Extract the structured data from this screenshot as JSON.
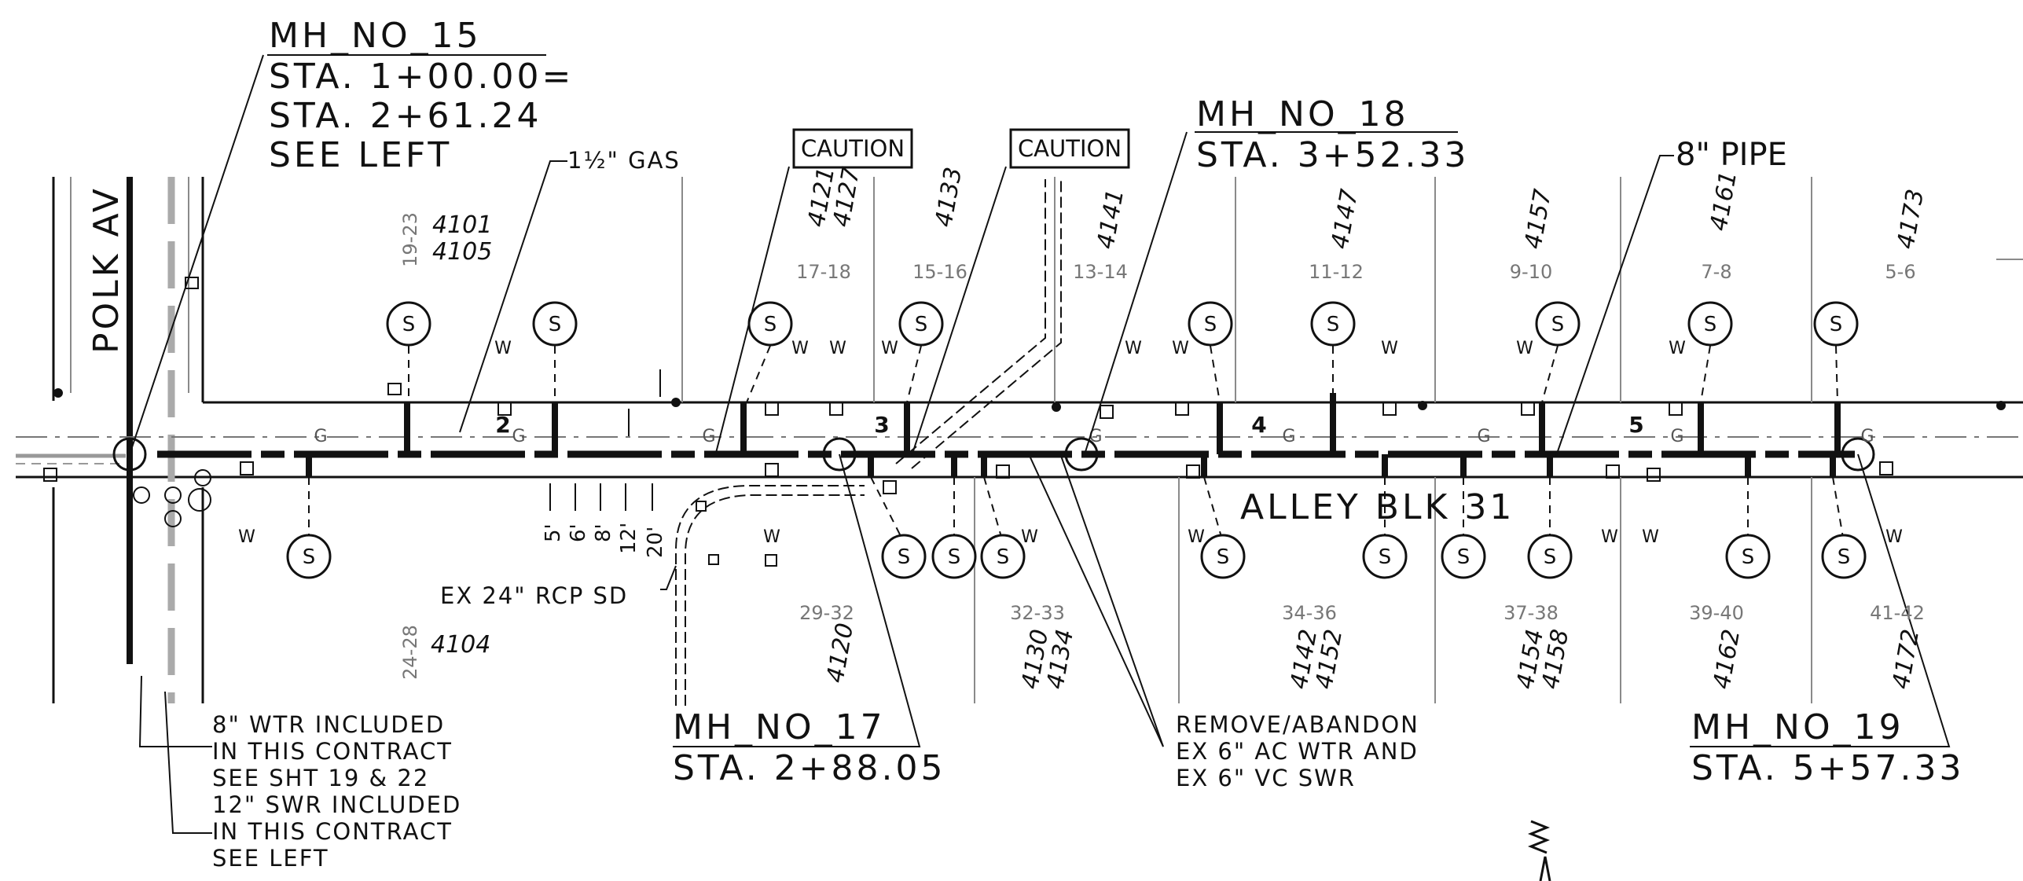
{
  "street": "POLK AV",
  "alley": "ALLEY BLK 31",
  "manholes": [
    {
      "name": "MH_NO_15",
      "lines": [
        "STA. 1+00.00=",
        "STA. 2+61.24",
        "SEE LEFT"
      ]
    },
    {
      "name": "MH_NO_17",
      "lines": [
        "STA. 2+88.05"
      ]
    },
    {
      "name": "MH_NO_18",
      "lines": [
        "STA. 3+52.33"
      ]
    },
    {
      "name": "MH_NO_19",
      "lines": [
        "STA. 5+57.33"
      ]
    }
  ],
  "callouts": {
    "gas": "1½\" GAS",
    "pipe": "8\" PIPE",
    "caution": "CAUTION",
    "rcp": "EX 24\" RCP SD",
    "remove": [
      "REMOVE/ABANDON",
      "EX 6\" AC WTR AND",
      "EX 6\" VC SWR"
    ],
    "wtr_note": [
      "8\" WTR INCLUDED",
      "IN THIS CONTRACT",
      "SEE SHT 19 & 22",
      "12\" SWR INCLUDED",
      "IN THIS CONTRACT",
      "SEE LEFT"
    ],
    "offsets": [
      "5'",
      "6'",
      "8'",
      "12'",
      "20'"
    ]
  },
  "segments": [
    "2",
    "3",
    "4",
    "5"
  ],
  "gas_label": "G",
  "service_labels": {
    "sewer": "S",
    "water": "W"
  },
  "lots_north": [
    "19-23",
    "17-18",
    "15-16",
    "13-14",
    "11-12",
    "9-10",
    "7-8",
    "5-6"
  ],
  "addresses_north": [
    "4101",
    "4105",
    "4121",
    "4127",
    "4133",
    "4141",
    "4147",
    "4157",
    "4161",
    "4173"
  ],
  "lots_south": [
    "24-28",
    "29-32",
    "32-33",
    "34-36",
    "37-38",
    "39-40",
    "41-42"
  ],
  "addresses_south": [
    "4104",
    "4120",
    "4130",
    "4134",
    "4142",
    "4152",
    "4154",
    "4158",
    "4162",
    "4172"
  ]
}
